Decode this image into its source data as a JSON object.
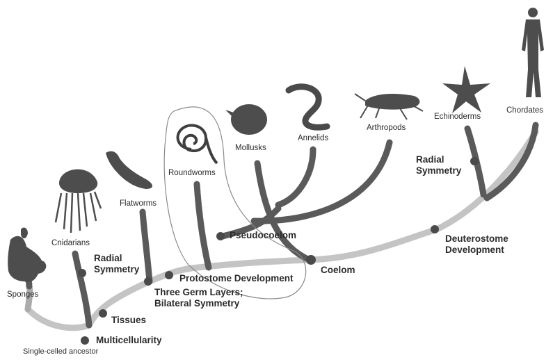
{
  "taxa": {
    "sponges": "Sponges",
    "cnidarians": "Cnidarians",
    "flatworms": "Flatworms",
    "roundworms": "Roundworms",
    "mollusks": "Mollusks",
    "annelids": "Annelids",
    "arthropods": "Arthropods",
    "echinoderms": "Echinoderms",
    "chordates": "Chordates"
  },
  "traits": {
    "single_celled_ancestor": "Single-celled ancestor",
    "multicellularity": "Multicellularity",
    "tissues": "Tissues",
    "radial_symmetry_cnidarians_line1": "Radial",
    "radial_symmetry_cnidarians_line2": "Symmetry",
    "three_germ_layers_line1": "Three Germ Layers;",
    "three_germ_layers_line2": "Bilateral Symmetry",
    "protostome_development": "Protostome Development",
    "pseudocoelom": "Pseudocoelom",
    "coelom": "Coelom",
    "deuterostome_line1": "Deuterostome",
    "deuterostome_line2": "Development",
    "radial_symmetry_echinoderms_line1": "Radial",
    "radial_symmetry_echinoderms_line2": "Symmetry"
  },
  "colors": {
    "branch": "#5a5a5a",
    "trunk": "#c4c4c4",
    "node": "#4a4a4a",
    "text": "#2b2b2b"
  }
}
